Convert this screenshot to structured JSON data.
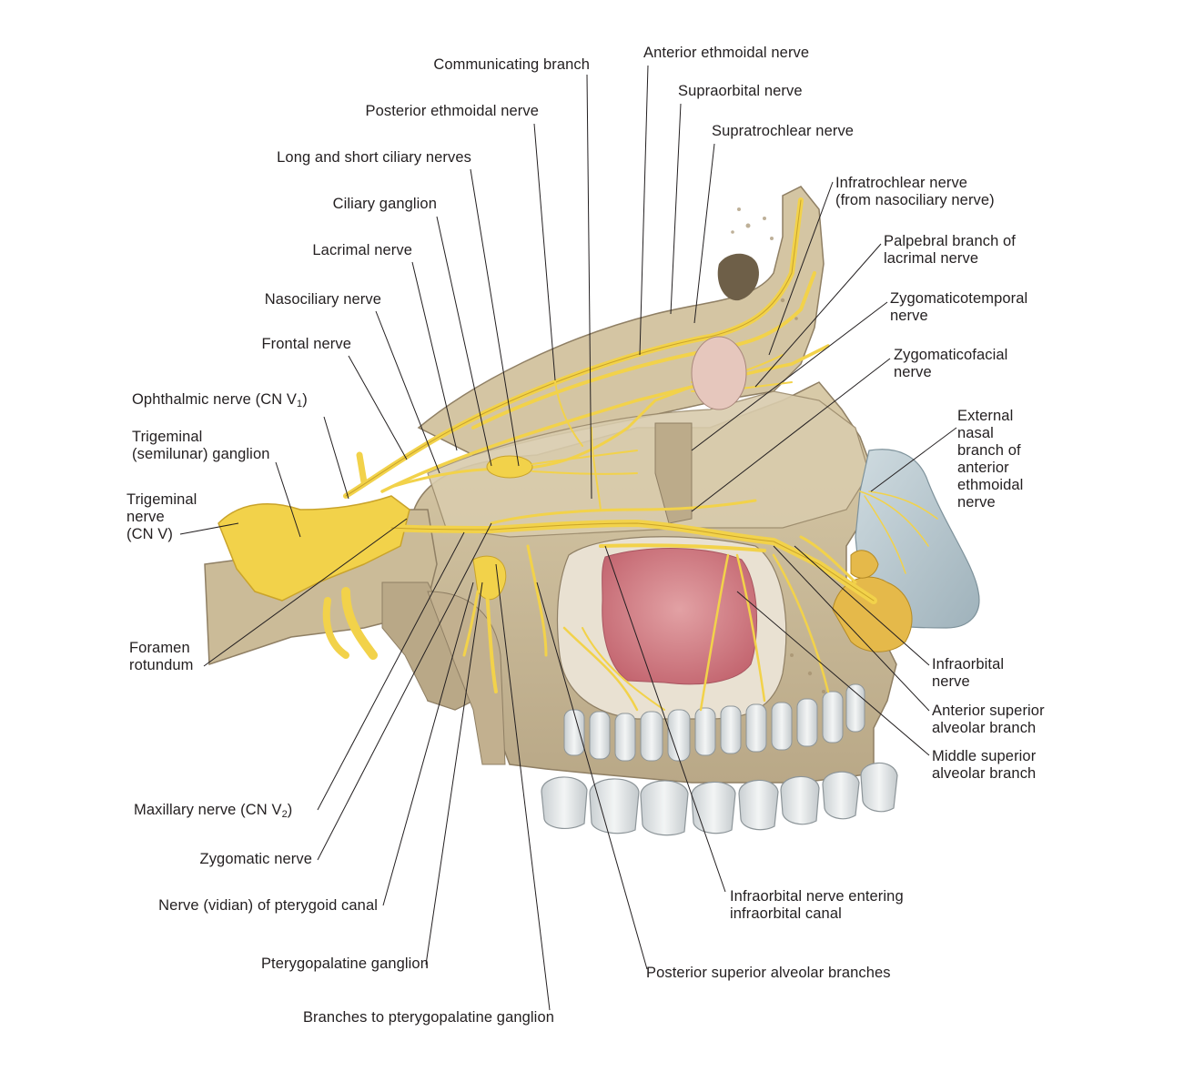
{
  "figure": {
    "labels": {
      "communicating_branch": "Communicating branch",
      "anterior_ethmoidal_nerve": "Anterior ethmoidal nerve",
      "supraorbital_nerve": "Supraorbital nerve",
      "posterior_ethmoidal_nerve": "Posterior ethmoidal nerve",
      "supratrochlear_nerve": "Supratrochlear nerve",
      "long_short_ciliary_nerves": "Long and short ciliary nerves",
      "infratrochlear_nerve": "Infratrochlear nerve\n(from nasociliary nerve)",
      "ciliary_ganglion": "Ciliary ganglion",
      "palpebral_branch": "Palpebral branch of\nlacrimal nerve",
      "lacrimal_nerve": "Lacrimal nerve",
      "nasociliary_nerve": "Nasociliary nerve",
      "zygomaticotemporal_nerve": "Zygomaticotemporal\nnerve",
      "frontal_nerve": "Frontal nerve",
      "zygomaticofacial_nerve": "Zygomaticofacial\nnerve",
      "ophthalmic_nerve_main": "Ophthalmic nerve (CN V",
      "ophthalmic_nerve_sub": "1",
      "ophthalmic_nerve_end": ")",
      "external_nasal_branch": "External\nnasal\nbranch of\nanterior\nethmoidal\nnerve",
      "trigeminal_ganglion": "Trigeminal\n(semilunar) ganglion",
      "trigeminal_nerve": "Trigeminal\nnerve\n(CN V)",
      "foramen_rotundum": "Foramen\nrotundum",
      "infraorbital_nerve": "Infraorbital\nnerve",
      "anterior_superior_alveolar": "Anterior superior\nalveolar branch",
      "middle_superior_alveolar": "Middle superior\nalveolar branch",
      "maxillary_nerve_main": "Maxillary nerve (CN V",
      "maxillary_nerve_sub": "2",
      "maxillary_nerve_end": ")",
      "zygomatic_nerve": "Zygomatic nerve",
      "infraorbital_canal": "Infraorbital nerve entering\ninfraorbital canal",
      "vidian_nerve": "Nerve (vidian) of pterygoid canal",
      "pterygopalatine_ganglion": "Pterygopalatine ganglion",
      "posterior_superior_alveolar": "Posterior superior alveolar branches",
      "branches_to_ganglion": "Branches to pterygopalatine ganglion"
    },
    "colors": {
      "nerve": "#f2d24a",
      "nerve_dark": "#c9a32a",
      "bone": "#cdbd9c",
      "bone_light": "#e2d6bb",
      "bone_dark": "#a8977a",
      "marrow": "#d8c6a2",
      "sinus": "#c96a72",
      "sinus_light": "#e3a0a3",
      "nose": "#b8c8d0",
      "tooth": "#e6e9ea",
      "leader": "#231f20",
      "text": "#231f20"
    }
  }
}
